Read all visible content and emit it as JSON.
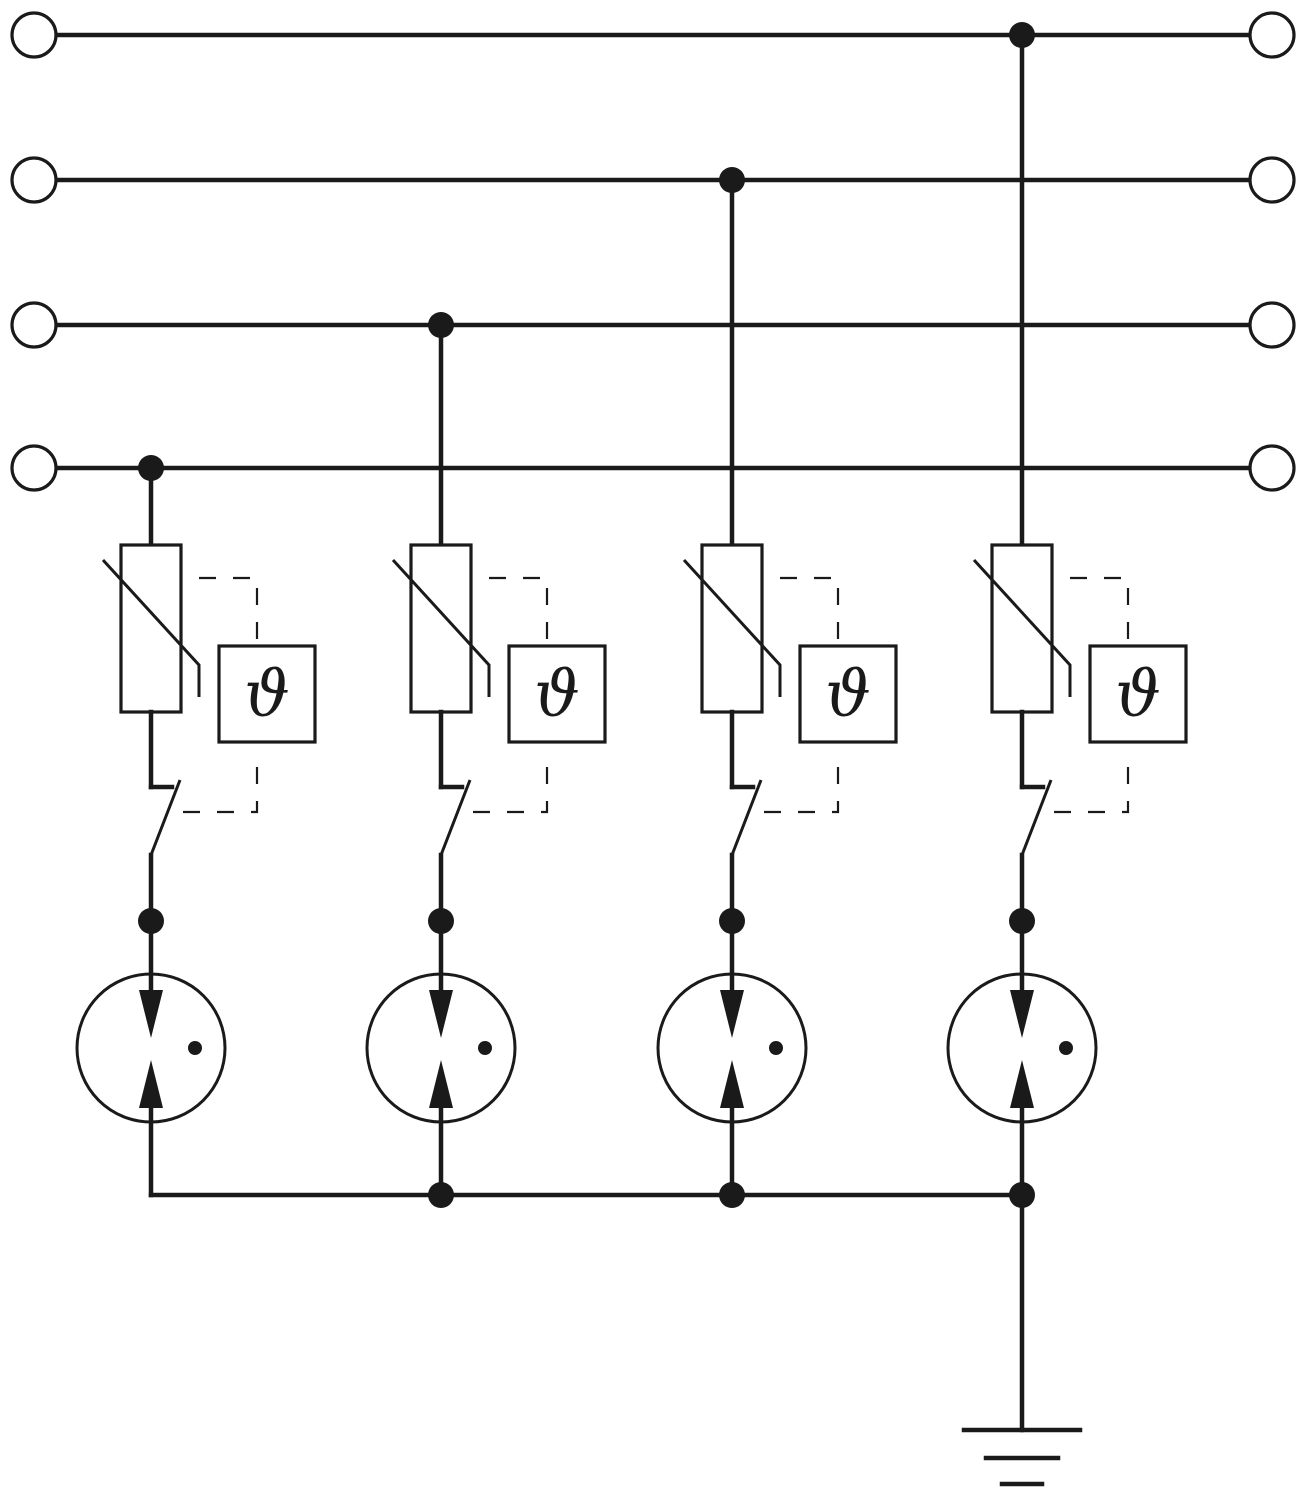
{
  "diagram": {
    "description_labels": [],
    "line_count": 4,
    "protection_branches": [
      {
        "id": "branch-1",
        "thermal_symbol": "ϑ"
      },
      {
        "id": "branch-2",
        "thermal_symbol": "ϑ"
      },
      {
        "id": "branch-3",
        "thermal_symbol": "ϑ"
      },
      {
        "id": "branch-4",
        "thermal_symbol": "ϑ"
      }
    ],
    "components": {
      "varistor": "varistor-icon",
      "thermal_disconnector": "thermal-sensor-icon",
      "switch": "switch-icon",
      "spark_gap": "gas-discharge-tube-icon",
      "ground": "ground-icon"
    },
    "colors": {
      "stroke": "#1a1a1a",
      "background": "#ffffff"
    }
  }
}
